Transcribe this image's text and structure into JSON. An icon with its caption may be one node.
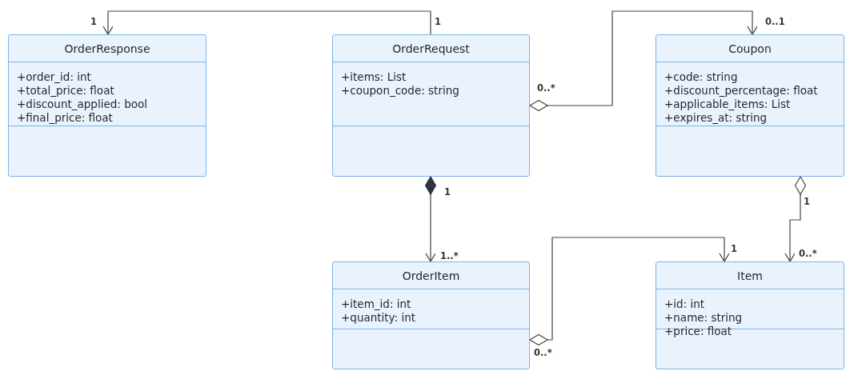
{
  "diagram": {
    "nodes": [
      {
        "text": [
          "OrderResponse",
          "+order_id: int",
          "+total_price: float",
          "+discount_applied: bool",
          "+final_price: float"
        ]
      },
      {
        "text": [
          "OrderRequest",
          "+items: List",
          "+coupon_code: string"
        ]
      },
      {
        "text": [
          "Coupon",
          "+code: string",
          "+discount_percentage: float",
          "+applicable_items: List",
          "+expires_at: string"
        ]
      },
      {
        "text": [
          "OrderItem",
          "+item_id: int",
          "+quantity: int"
        ]
      },
      {
        "text": [
          "Item",
          "+id: int",
          "+name: string",
          "+price: float"
        ]
      }
    ],
    "edges": [
      {
        "from": 1,
        "to": 0,
        "arrow": "to"
      },
      {
        "from": 1,
        "to": 2,
        "arrow": "to"
      },
      {
        "from": 1,
        "to": 3,
        "arrow": "to"
      },
      {
        "from": 2,
        "to": 4,
        "arrow": "to"
      },
      {
        "from": 3,
        "to": 4,
        "arrow": "to"
      }
    ],
    "labels": [
      "1",
      "1",
      "0..1",
      "0..*",
      "1",
      "1..*",
      "1",
      "0..*",
      "0..*",
      "1"
    ]
  }
}
